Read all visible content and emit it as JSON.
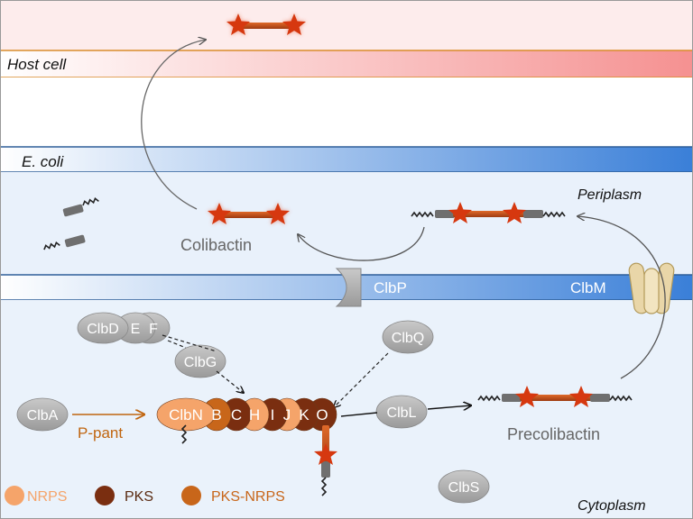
{
  "regions": {
    "host_cell": "Host cell",
    "ecoli": "E. coli",
    "periplasm": "Periplasm",
    "cytoplasm": "Cytoplasm"
  },
  "molecules": {
    "colibactin": "Colibactin",
    "precolibactin": "Precolibactin"
  },
  "proteins": {
    "clbp": "ClbP",
    "clbm": "ClbM",
    "clbd": "ClbD",
    "clbe": "E",
    "clbf": "F",
    "clbg": "ClbG",
    "clbq": "ClbQ",
    "clba": "ClbA",
    "clbl": "ClbL",
    "clbs": "ClbS"
  },
  "assembly_line": {
    "labels": [
      "ClbN",
      "B",
      "C",
      "H",
      "I",
      "J",
      "K",
      "O"
    ],
    "kinds": [
      "NRPS",
      "PKS-NRPS",
      "PKS",
      "NRPS",
      "PKS",
      "NRPS",
      "PKS",
      "PKS"
    ]
  },
  "activation": {
    "p_pant": "P-pant"
  },
  "legend": [
    {
      "label": "NRPS",
      "color": "#F5A46A"
    },
    {
      "label": "PKS",
      "color": "#7A2E10"
    },
    {
      "label": "PKS-NRPS",
      "color": "#C8661A"
    }
  ],
  "colors": {
    "host_band": "#F59A9A",
    "ecoli_band": "#3E83D6",
    "cytoplasm": "#EAF2FB",
    "arrow_orange": "#C0650F",
    "star_red": "#E03A12",
    "protein_gray": "#A8A8A8"
  }
}
